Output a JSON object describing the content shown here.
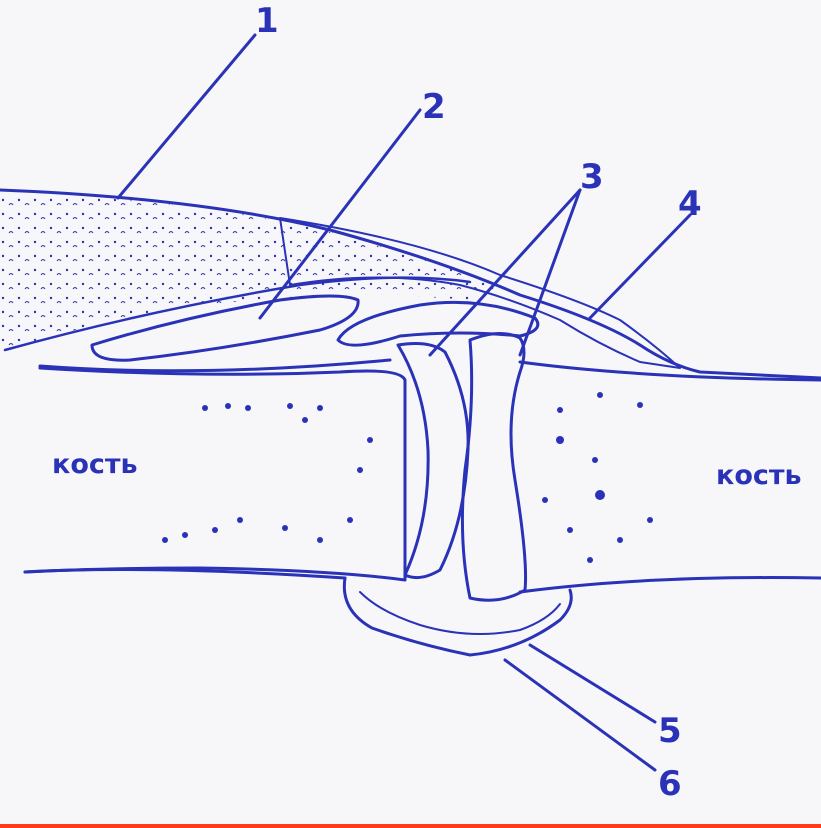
{
  "diagram": {
    "labels": {
      "l1": "1",
      "l2": "2",
      "l3": "3",
      "l4": "4",
      "l5": "5",
      "l6": "6"
    },
    "bone_left": "кость",
    "bone_right": "кость"
  },
  "colors": {
    "ink": "#2a32b8",
    "paper": "#f7f7f9",
    "bottom_rule": "#ff3b1a"
  }
}
